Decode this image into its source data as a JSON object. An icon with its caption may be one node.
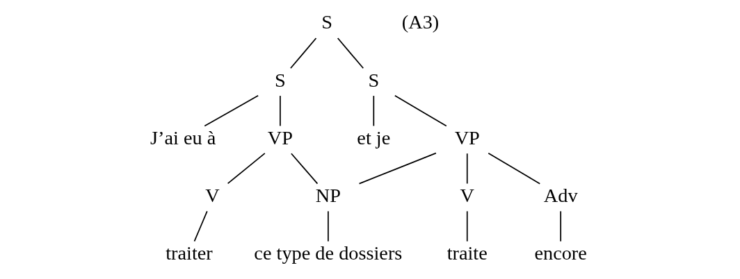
{
  "diagram": {
    "nodes": [
      {
        "text": [
          "S"
        ]
      },
      {
        "text": [
          "S"
        ]
      },
      {
        "text": [
          "S"
        ]
      },
      {
        "text": [
          "J’ai eu à"
        ]
      },
      {
        "text": [
          "VP"
        ]
      },
      {
        "text": [
          "et je"
        ]
      },
      {
        "text": [
          "VP"
        ]
      },
      {
        "text": [
          "V"
        ]
      },
      {
        "text": [
          "V"
        ]
      },
      {
        "text": [
          "Adv"
        ]
      },
      {
        "text": [
          "NP"
        ]
      },
      {
        "text": [
          "traiter"
        ]
      },
      {
        "text": [
          "traite"
        ]
      },
      {
        "text": [
          "encore"
        ]
      },
      {
        "text": [
          "ce type de dossiers"
        ]
      }
    ],
    "edges": [
      {
        "from": 0,
        "to": 1,
        "arrow": "none"
      },
      {
        "from": 0,
        "to": 2,
        "arrow": "none"
      },
      {
        "from": 1,
        "to": 3,
        "arrow": "none"
      },
      {
        "from": 1,
        "to": 4,
        "arrow": "none"
      },
      {
        "from": 2,
        "to": 5,
        "arrow": "none"
      },
      {
        "from": 2,
        "to": 6,
        "arrow": "none"
      },
      {
        "from": 4,
        "to": 7,
        "arrow": "none"
      },
      {
        "from": 4,
        "to": 10,
        "arrow": "none"
      },
      {
        "from": 6,
        "to": 8,
        "arrow": "none"
      },
      {
        "from": 6,
        "to": 9,
        "arrow": "none"
      },
      {
        "from": 6,
        "to": 10,
        "arrow": "none"
      },
      {
        "from": 7,
        "to": 11,
        "arrow": "none"
      },
      {
        "from": 8,
        "to": 12,
        "arrow": "none"
      },
      {
        "from": 9,
        "to": 13,
        "arrow": "none"
      },
      {
        "from": 10,
        "to": 14,
        "arrow": "none"
      }
    ],
    "labels": [
      "(A3)"
    ]
  }
}
